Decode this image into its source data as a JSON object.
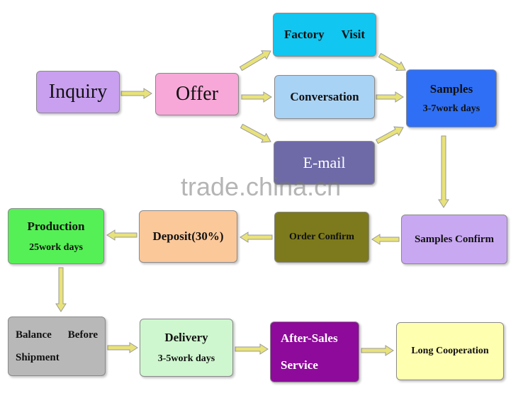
{
  "colors": {
    "inquiry": "#c9a0f0",
    "offer": "#f7a8d8",
    "factory_visit": "#11c6f0",
    "conversation": "#a9d3f5",
    "email": "#6e6aa8",
    "samples": "#2f6ff5",
    "samples_confirm": "#c9a8f2",
    "order_confirm": "#7c7a1c",
    "deposit": "#fbc89a",
    "production": "#55f055",
    "balance": "#b8b8b8",
    "delivery": "#cff7cf",
    "after_sales": "#8e0a9a",
    "long_cooperation": "#ffffb0",
    "arrow_fill": "#e8e27a",
    "arrow_stroke": "#9a9a9a"
  },
  "nodes": {
    "inquiry": "Inquiry",
    "offer": "Offer",
    "factory_visit_1": "Factory",
    "factory_visit_2": "Visit",
    "conversation": "Conversation",
    "email": "E-mail",
    "samples": "Samples",
    "samples_days": "3-7work days",
    "samples_confirm": "Samples Confirm",
    "order_confirm": "Order Confirm",
    "deposit": "Deposit(30%)",
    "production": "Production",
    "production_days": "25work days",
    "balance_1a": "Balance",
    "balance_1b": "Before",
    "balance_2": "Shipment",
    "delivery": "Delivery",
    "delivery_days": "3-5work days",
    "after_sales_1": "After-Sales",
    "after_sales_2": "Service",
    "long_cooperation": "Long Cooperation"
  },
  "watermark": "trade.china.cn"
}
